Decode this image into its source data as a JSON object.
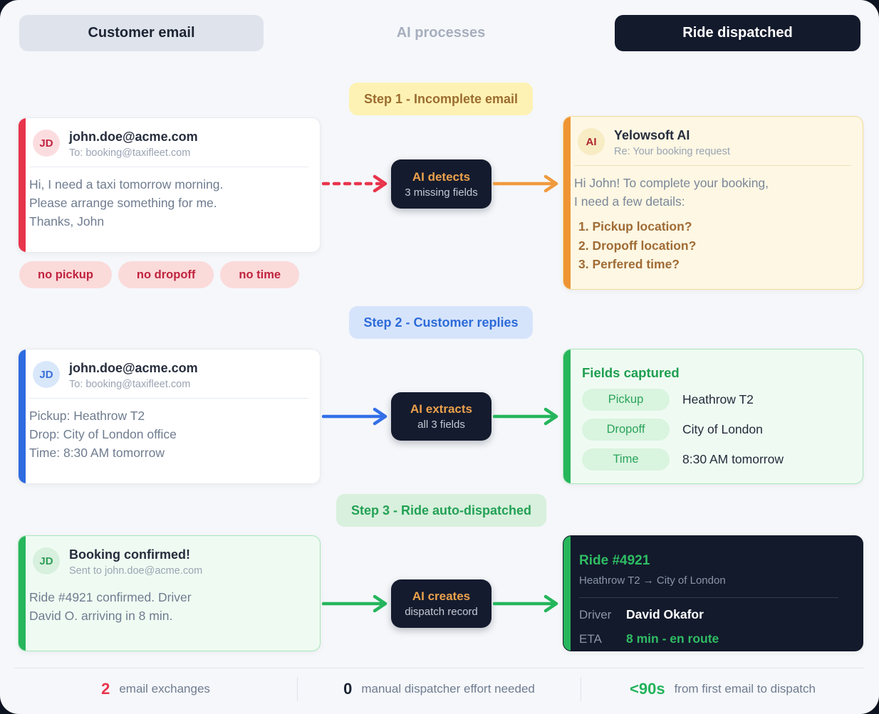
{
  "colors": {
    "red_accent": "#e8344b",
    "orange_accent": "#ee9434",
    "blue_accent": "#2e6be0",
    "green_accent": "#27b65c",
    "navy": "#141b2e",
    "canvas_bg": "#f5f7fa"
  },
  "header": {
    "customer_email_label": "Customer email",
    "ai_processes_label": "AI processes",
    "ride_dispatched_label": "Ride dispatched"
  },
  "step1": {
    "badge": "Step 1 - Incomplete email",
    "customer_email": {
      "avatar_initials": "JD",
      "from": "john.doe@acme.com",
      "to": "To: booking@taxifleet.com",
      "body": [
        "Hi, I need a taxi tomorrow morning.",
        "Please arrange something for me.",
        "Thanks, John"
      ]
    },
    "missing_tags": [
      "no pickup",
      "no dropoff",
      "no time"
    ],
    "ai_box": {
      "title": "AI detects",
      "subtitle": "3 missing fields"
    },
    "ai_reply": {
      "avatar_initials": "AI",
      "from": "Yelowsoft AI",
      "subject": "Re: Your booking request",
      "body": [
        "Hi John! To complete your booking,",
        "I need a few details:"
      ],
      "questions": [
        "1. Pickup location?",
        "2. Dropoff location?",
        "3. Perfered time?"
      ]
    }
  },
  "step2": {
    "badge": "Step 2 - Customer replies",
    "customer_email": {
      "avatar_initials": "JD",
      "from": "john.doe@acme.com",
      "to": "To: booking@taxifleet.com",
      "body": [
        "Pickup: Heathrow T2",
        "Drop: City of London office",
        "Time: 8:30 AM tomorrow"
      ]
    },
    "ai_box": {
      "title": "AI extracts",
      "subtitle": "all 3 fields"
    },
    "captured": {
      "title": "Fields captured",
      "rows": [
        {
          "label": "Pickup",
          "value": "Heathrow T2"
        },
        {
          "label": "Dropoff",
          "value": "City of London"
        },
        {
          "label": "Time",
          "value": "8:30 AM tomorrow"
        }
      ]
    }
  },
  "step3": {
    "badge": "Step 3 - Ride auto-dispatched",
    "confirmation_email": {
      "avatar_initials": "JD",
      "title": "Booking confirmed!",
      "meta": "Sent to john.doe@acme.com",
      "body": [
        "Ride #4921 confirmed. Driver",
        "David O. arriving in 8 min."
      ]
    },
    "ai_box": {
      "title": "AI creates",
      "subtitle": "dispatch record"
    },
    "ride_card": {
      "ride_id": "Ride #4921",
      "route": "Heathrow T2 → City of London",
      "driver_label": "Driver",
      "driver_name": "David Okafor",
      "eta_label": "ETA",
      "eta_value": "8 min - en route"
    }
  },
  "stats": [
    {
      "value": "2",
      "label": "email exchanges"
    },
    {
      "value": "0",
      "label": "manual dispatcher effort needed"
    },
    {
      "value": "<90s",
      "label": "from first email to dispatch"
    }
  ]
}
